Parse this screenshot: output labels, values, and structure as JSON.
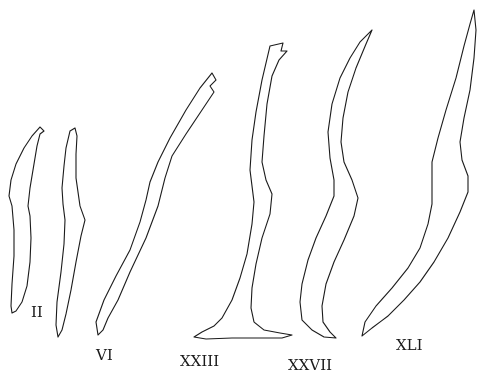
{
  "figure": {
    "labels": [
      "II",
      "VI",
      "XXIII",
      "XXVII",
      "XLI"
    ]
  },
  "colors": {
    "stroke": "#1a1a1a",
    "background": "#ffffff"
  }
}
